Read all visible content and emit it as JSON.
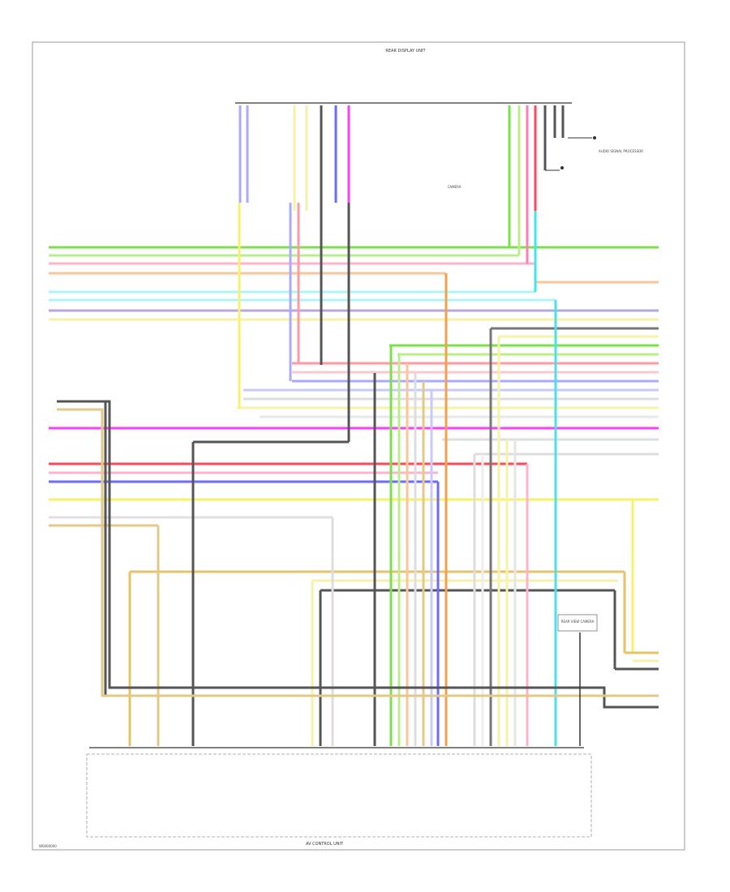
{
  "diagram": {
    "top_unit_label": "REAR DISPLAY UNIT",
    "bottom_unit_label": "AV CONTROL UNIT",
    "corner_code": "W0000000",
    "antenna_label": "AUDIO SIGNAL PROCESSOR",
    "camera_label": "CAMERA",
    "ground_box_label": "REAR VIEW CAMERA"
  },
  "colors": {
    "green": "#7be14a",
    "lightgreen": "#b8ef8a",
    "pink": "#ff7fb0",
    "orange": "#f5a04a",
    "peach": "#f9c59a",
    "cyan": "#45e3ea",
    "lightcyan": "#aef5f7",
    "blue": "#6b6bff",
    "lightblue": "#a9a9ff",
    "yellow": "#f7f26a",
    "paleyellow": "#f6f2a8",
    "red": "#ff4a5a",
    "magenta": "#ff3dff",
    "black": "#333333",
    "gray": "#b9b9b9",
    "tan": "#e2c98a",
    "violet": "#c58df0"
  }
}
